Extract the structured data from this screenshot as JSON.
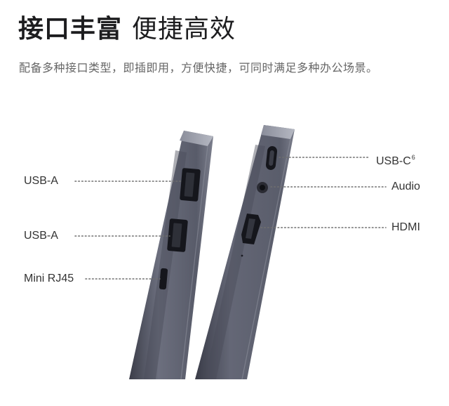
{
  "headline": {
    "strong": "接口丰富",
    "light": "便捷高效"
  },
  "subtitle": "配备多种接口类型，即插即用，方便快捷，可同时满足多种办公场景。",
  "ports_left": [
    {
      "label": "USB-A"
    },
    {
      "label": "USB-A"
    },
    {
      "label": "Mini RJ45"
    }
  ],
  "ports_right": [
    {
      "label": "USB-C",
      "footnote": "6"
    },
    {
      "label": "Audio"
    },
    {
      "label": "HDMI"
    }
  ],
  "colors": {
    "headline": "#1d1d1f",
    "subtitle": "#666666",
    "label": "#333333",
    "device_body": "#5e6170",
    "port": "#15161c"
  }
}
